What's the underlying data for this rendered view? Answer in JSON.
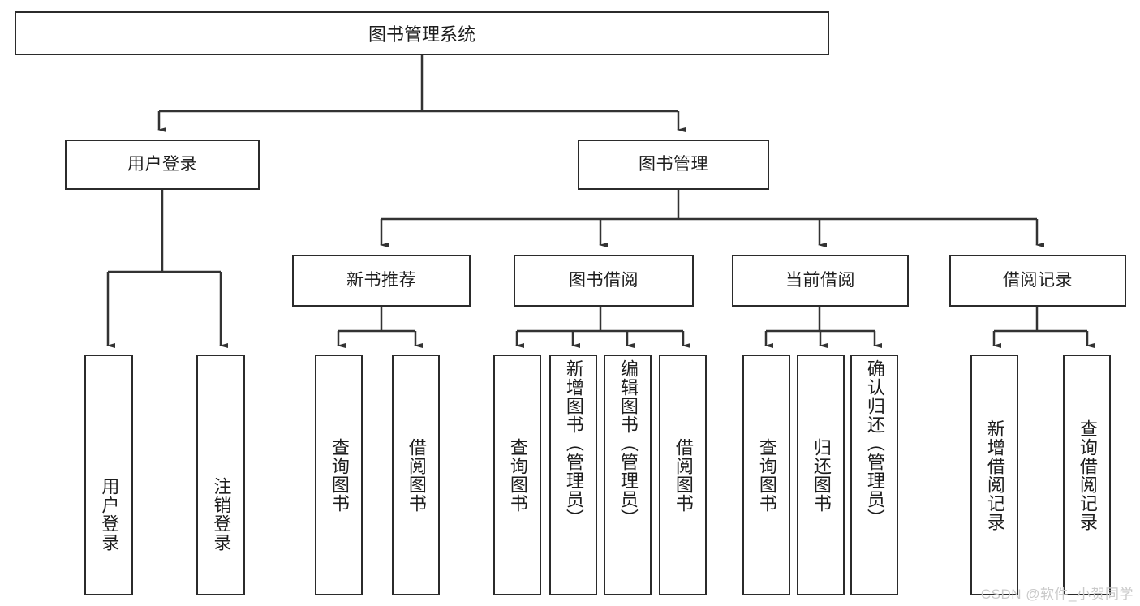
{
  "diagram": {
    "type": "tree-hierarchy-diagram",
    "title": "图书管理系统",
    "root": {
      "label": "图书管理系统"
    },
    "level1": [
      {
        "id": "user-login",
        "label": "用户登录"
      },
      {
        "id": "book-management",
        "label": "图书管理"
      }
    ],
    "level2": [
      {
        "id": "new-book-recommend",
        "label": "新书推荐",
        "parent": "book-management"
      },
      {
        "id": "book-borrow",
        "label": "图书借阅",
        "parent": "book-management"
      },
      {
        "id": "current-borrow",
        "label": "当前借阅",
        "parent": "book-management"
      },
      {
        "id": "borrow-record",
        "label": "借阅记录",
        "parent": "book-management"
      }
    ],
    "leaves": {
      "user_login": [
        {
          "id": "leaf-user-login",
          "label": "用户登录"
        },
        {
          "id": "leaf-logout-login",
          "label": "注销登录"
        }
      ],
      "new_book_recommend": [
        {
          "id": "leaf-query-book-1",
          "label": "查询图书"
        },
        {
          "id": "leaf-borrow-book-1",
          "label": "借阅图书"
        }
      ],
      "book_borrow": [
        {
          "id": "leaf-query-book-2",
          "label": "查询图书"
        },
        {
          "id": "leaf-add-book",
          "label": "新增图书（管理员）"
        },
        {
          "id": "leaf-edit-book",
          "label": "编辑图书（管理员）"
        },
        {
          "id": "leaf-borrow-book-2",
          "label": "借阅图书"
        }
      ],
      "current_borrow": [
        {
          "id": "leaf-query-book-3",
          "label": "查询图书"
        },
        {
          "id": "leaf-return-book",
          "label": "归还图书"
        },
        {
          "id": "leaf-confirm-return",
          "label": "确认归还（管理员）"
        }
      ],
      "borrow_record": [
        {
          "id": "leaf-add-record",
          "label": "新增借阅记录"
        },
        {
          "id": "leaf-query-record",
          "label": "查询借阅记录"
        }
      ]
    },
    "colors": {
      "border": "#2b2b2b",
      "text": "#1d1d1d",
      "background": "#ffffff",
      "edge": "#333333",
      "watermark": "#c9c9c9"
    }
  },
  "watermark": {
    "text": "CSDN @软件_小贺同学"
  }
}
